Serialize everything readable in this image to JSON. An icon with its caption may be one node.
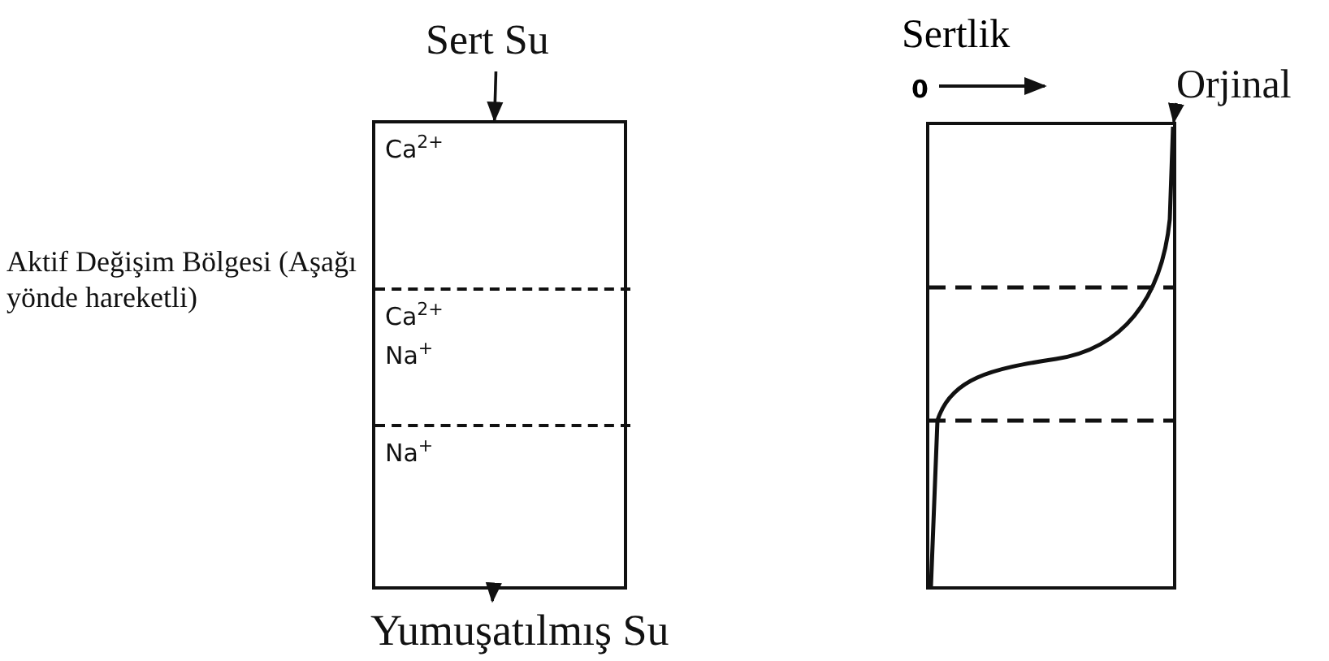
{
  "diagram": {
    "nodes": [
      {
        "text": [
          "Sert Su"
        ]
      },
      {
        "text": [],
        "shape": "box"
      },
      {
        "text": [
          "Ca$^{2+}$"
        ],
        "in": 1
      },
      {
        "text": [
          "Ca$^{2+}$",
          "Na$^{+}$"
        ],
        "in": 1,
        "beside": [
          "Aktif Değişim Bölgesi (Aşağı yönde hareketli)"
        ]
      },
      {
        "text": [
          "Na$^{+}$"
        ],
        "in": 1
      },
      {
        "text": [
          "Yumuşatılmış Su"
        ]
      },
      {
        "text": [],
        "shape": "box"
      },
      {
        "text": [
          "Orjinal"
        ]
      }
    ],
    "edges": [
      {
        "from": 0,
        "to": 1,
        "arrow": "to"
      },
      {
        "from": 1,
        "to": 5,
        "arrow": "to"
      },
      {
        "from": 7,
        "to": 6,
        "arrow": "to"
      }
    ],
    "labels": [
      "Sertlik",
      "0"
    ]
  }
}
